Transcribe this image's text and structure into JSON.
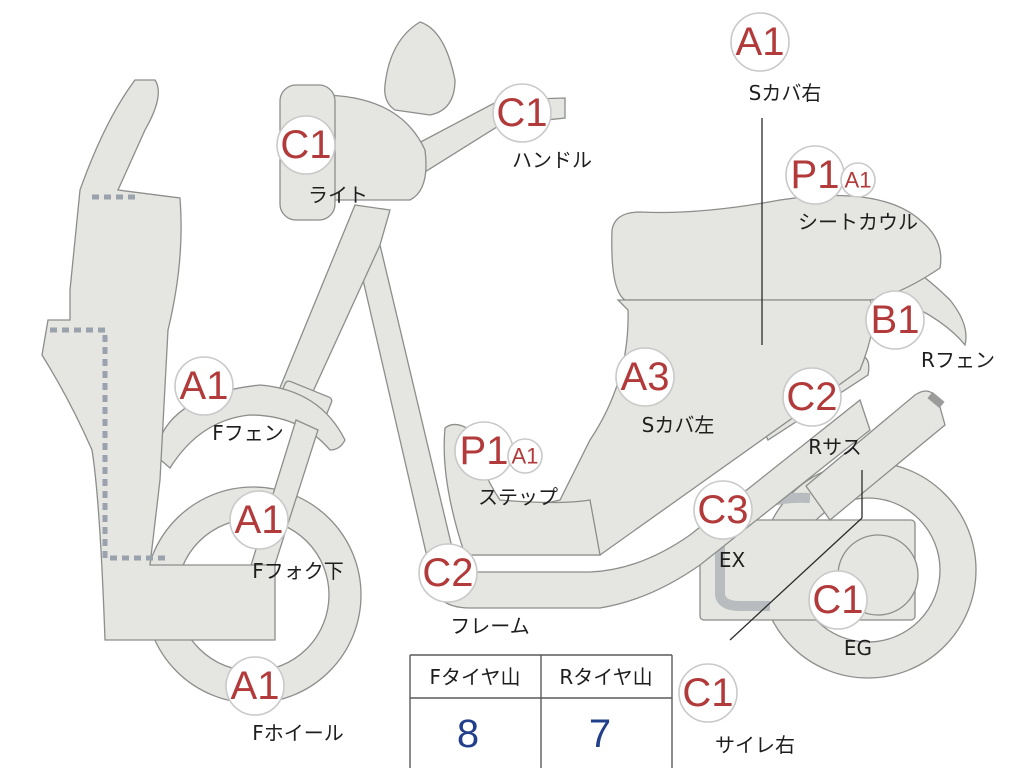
{
  "callouts": [
    {
      "id": "light",
      "grade": "C1",
      "label": "ライト"
    },
    {
      "id": "handle",
      "grade": "C1",
      "label": "ハンドル"
    },
    {
      "id": "side-cover-right",
      "grade": "A1",
      "label": "Sカバ右"
    },
    {
      "id": "seat-cowl",
      "grade": "P1",
      "grade2": "A1",
      "label": "シートカウル"
    },
    {
      "id": "rear-fender",
      "grade": "B1",
      "label": "Rフェン"
    },
    {
      "id": "front-fender",
      "grade": "A1",
      "label": "Fフェン"
    },
    {
      "id": "side-cover-left",
      "grade": "A3",
      "label": "Sカバ左"
    },
    {
      "id": "step",
      "grade": "P1",
      "grade2": "A1",
      "label": "ステップ"
    },
    {
      "id": "rear-suspension",
      "grade": "C2",
      "label": "Rサス"
    },
    {
      "id": "front-fork-lower",
      "grade": "A1",
      "label": "Fフォク下"
    },
    {
      "id": "exhaust",
      "grade": "C3",
      "label": "EX"
    },
    {
      "id": "frame",
      "grade": "C2",
      "label": "フレーム"
    },
    {
      "id": "engine",
      "grade": "C1",
      "label": "EG"
    },
    {
      "id": "front-wheel",
      "grade": "A1",
      "label": "Fホイール"
    },
    {
      "id": "muffler-right",
      "grade": "C1",
      "label": "サイレ右"
    }
  ],
  "tread_table": {
    "front_label": "Fタイヤ山",
    "rear_label": "Rタイヤ山",
    "front_value": "8",
    "rear_value": "7"
  },
  "colors": {
    "part_fill": "#e5e6e1",
    "outline": "#8c8e8c",
    "grade_text": "#b23a3a",
    "tread_value": "#223f8c"
  }
}
